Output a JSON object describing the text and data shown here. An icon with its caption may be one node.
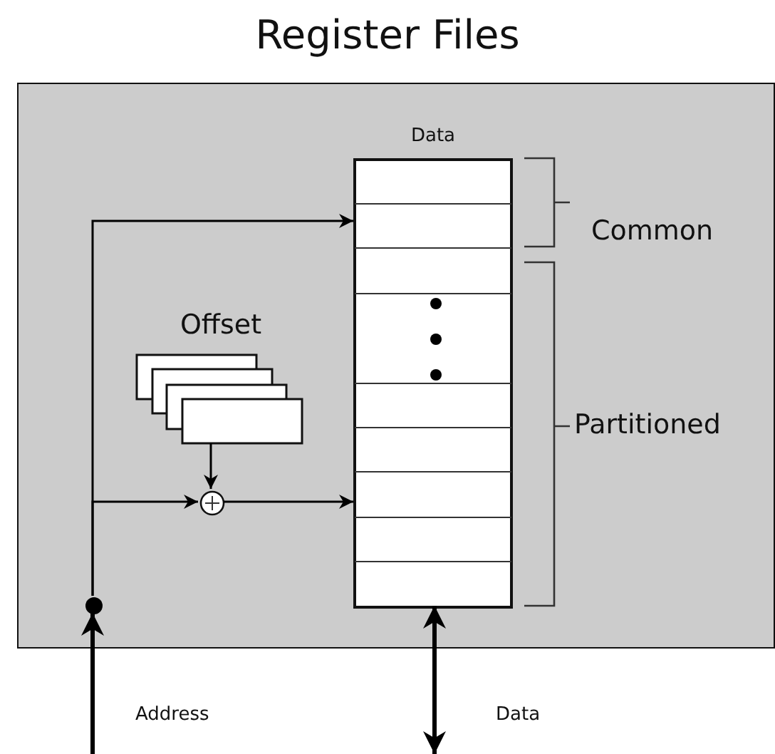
{
  "diagram": {
    "title": "Register Files",
    "nodes": [
      {
        "text": [],
        "shape": "box"
      },
      {
        "text": [
          "Data"
        ],
        "in": 0
      },
      {
        "text": [
          "Offset"
        ],
        "in": 0
      },
      {
        "text": [],
        "shape": "circle",
        "in": 0
      },
      {
        "text": [],
        "shape": "circle",
        "in": 0
      }
    ],
    "edges": [
      {
        "from": null,
        "to": 4,
        "arrow": "to",
        "label": "Address",
        "style": "thick"
      },
      {
        "from": 4,
        "to": 1,
        "arrow": "to"
      },
      {
        "from": 4,
        "to": 3,
        "arrow": "to"
      },
      {
        "from": 2,
        "to": 3,
        "arrow": "to"
      },
      {
        "from": 3,
        "to": 1,
        "arrow": "to"
      },
      {
        "from": 1,
        "to": null,
        "arrow": "both",
        "label": "Data",
        "style": "thick"
      }
    ],
    "labels": [
      "Common",
      "Partitioned"
    ]
  }
}
